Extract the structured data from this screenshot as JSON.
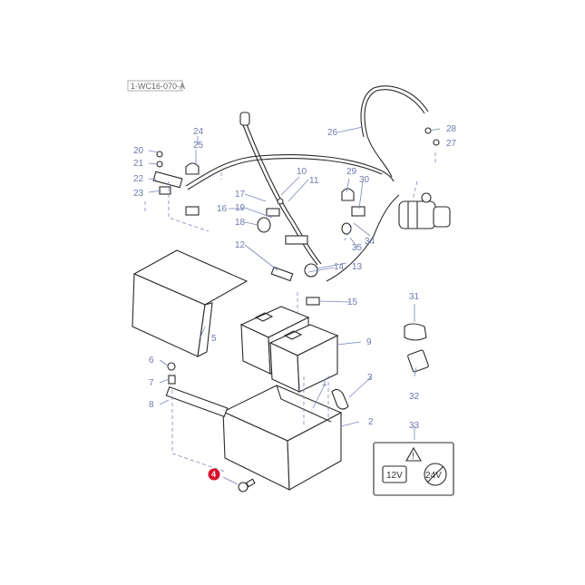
{
  "diagram_ref": "1-WC16-070-A",
  "callouts": {
    "c1": "1",
    "c2": "2",
    "c3": "3",
    "c4": "4",
    "c5": "5",
    "c6": "6",
    "c7": "7",
    "c8": "8",
    "c9": "9",
    "c10": "10",
    "c11": "11",
    "c12": "12",
    "c13": "13",
    "c14": "14",
    "c15": "15",
    "c16": "16",
    "c17": "17",
    "c18": "18",
    "c19": "19",
    "c20": "20",
    "c21": "21",
    "c22": "22",
    "c23": "23",
    "c24": "24",
    "c25": "25",
    "c26": "26",
    "c27": "27",
    "c28": "28",
    "c29": "29",
    "c30": "30",
    "c31": "31",
    "c32": "32",
    "c33": "33",
    "c34": "34",
    "c35": "35"
  },
  "highlighted_part": "4",
  "warning_label": {
    "left": "12V",
    "right": "24V"
  },
  "colors": {
    "callout": "#6f79ad",
    "highlight": "#d8102a",
    "line": "#2a2a2a"
  }
}
